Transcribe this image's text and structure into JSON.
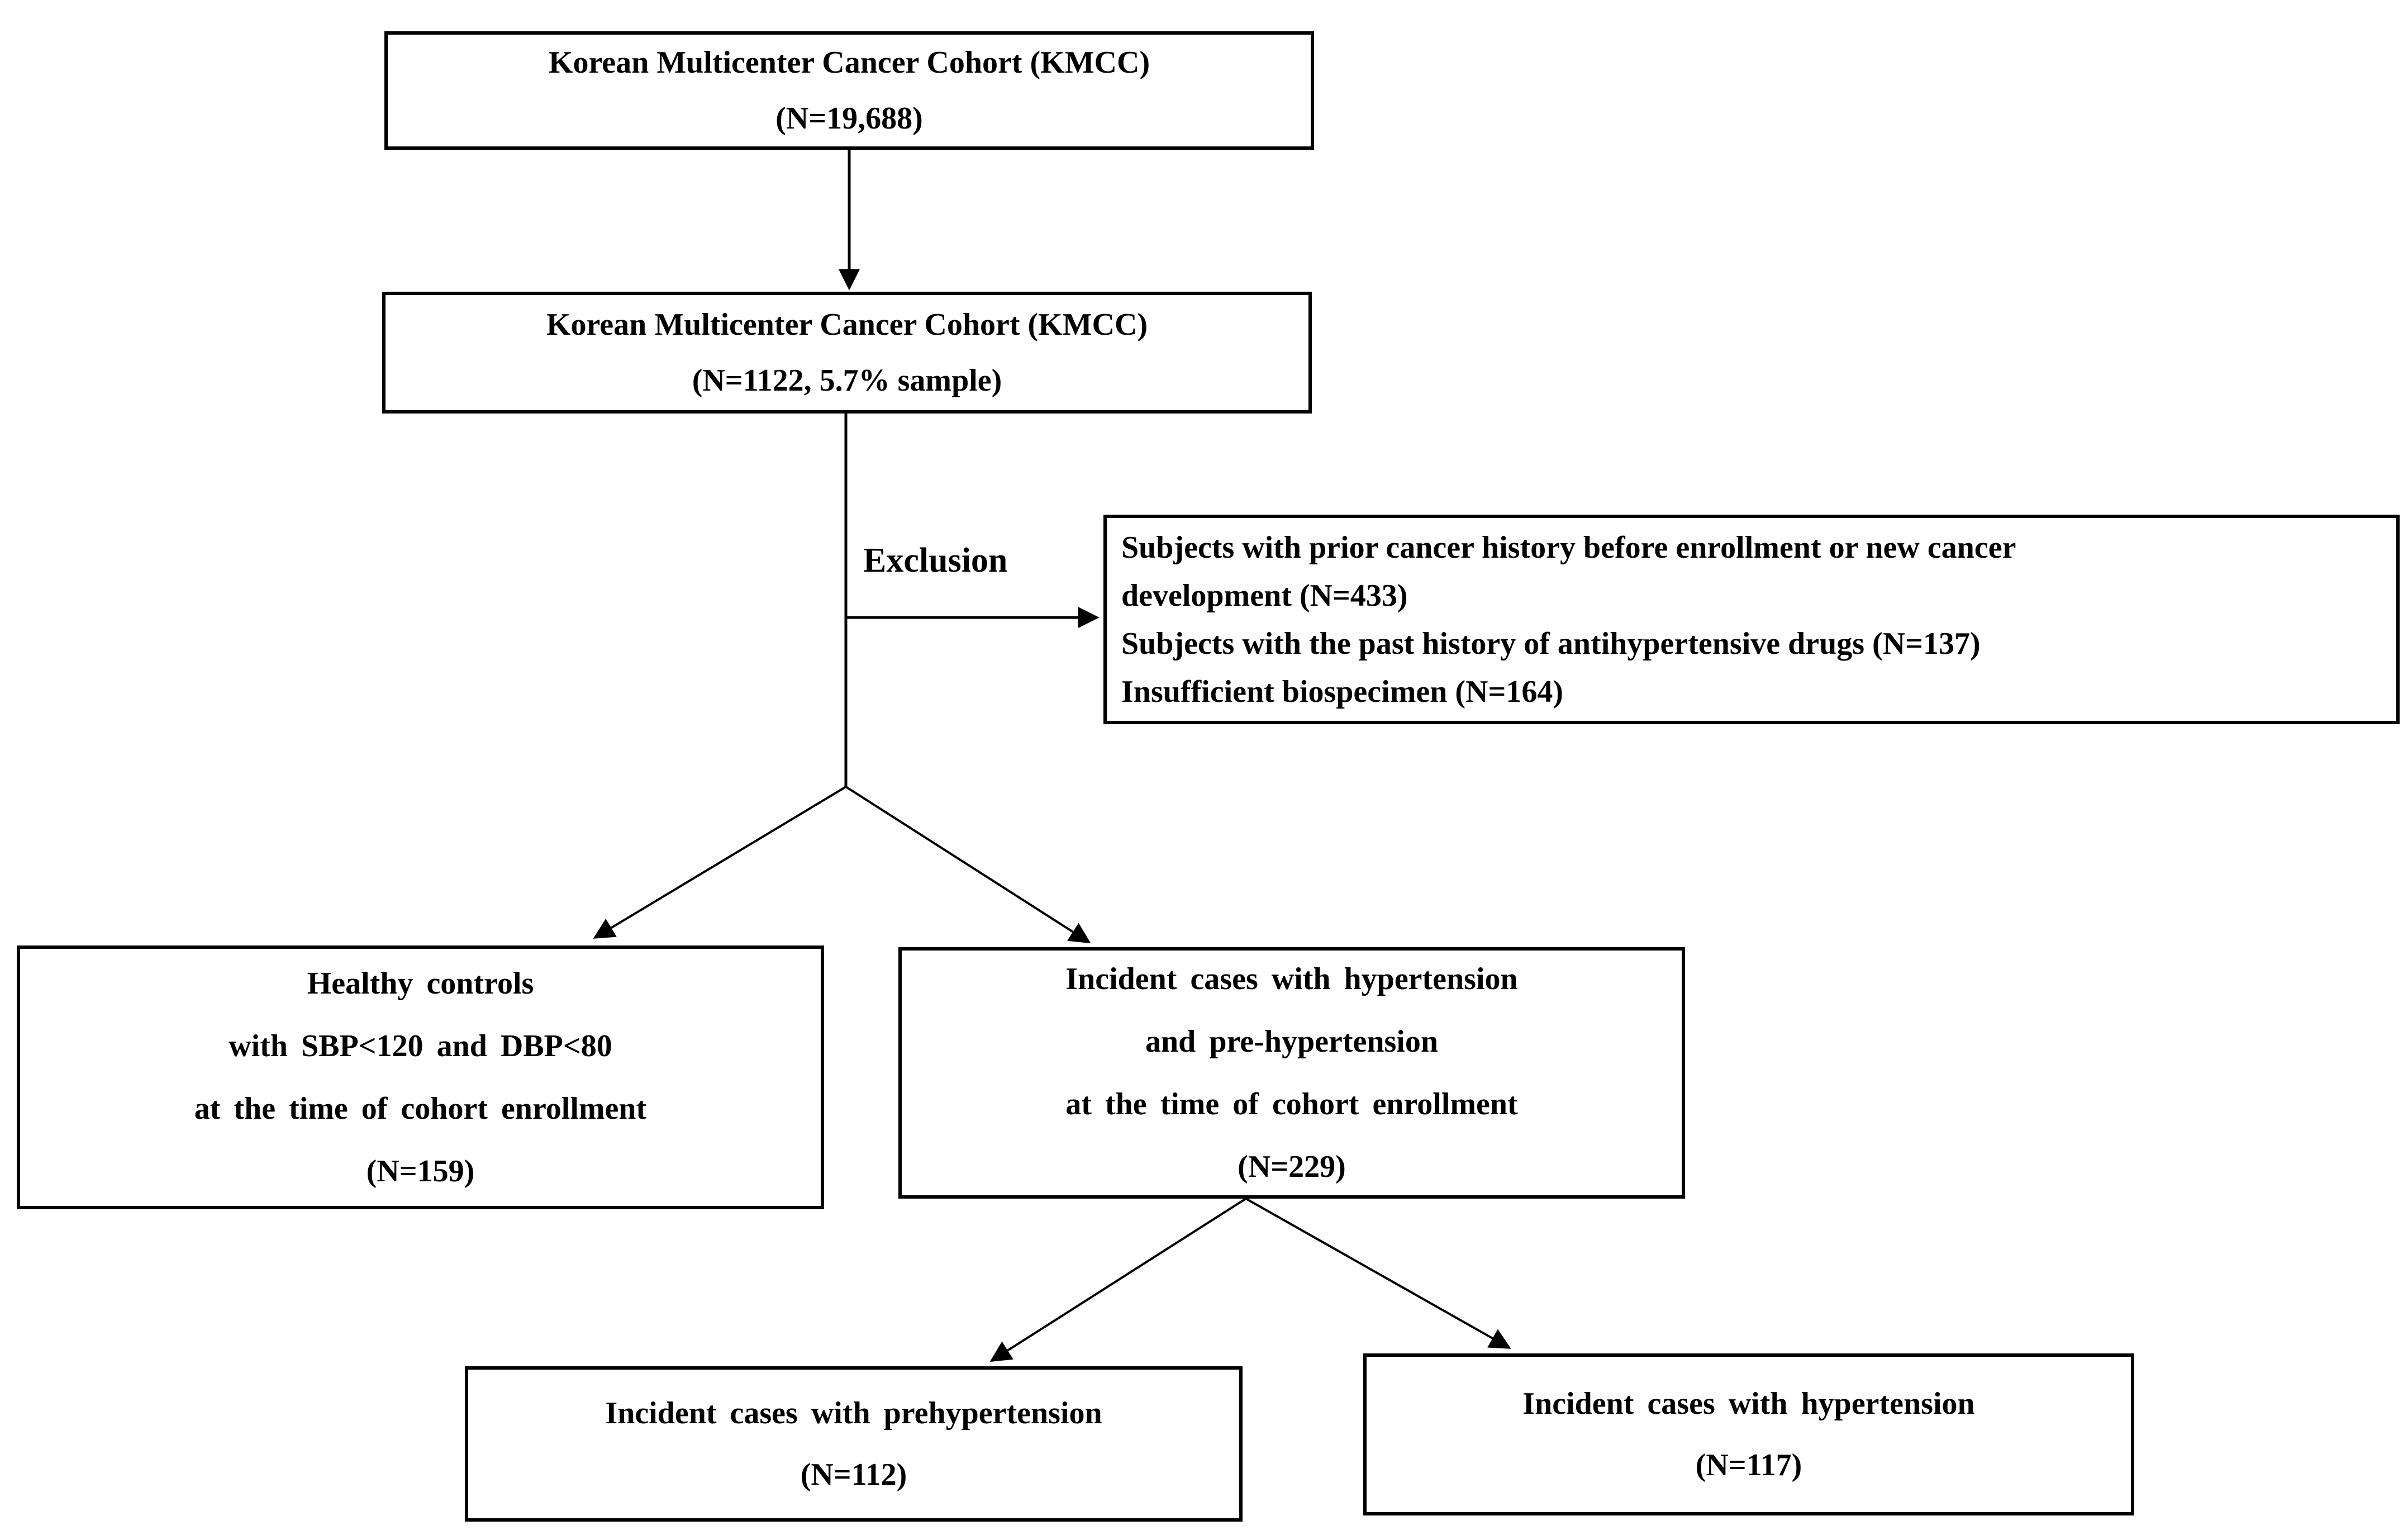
{
  "boxes": {
    "kmcc_total": {
      "lines": [
        "Korean Multicenter Cancer Cohort (KMCC)",
        "(N=19,688)"
      ]
    },
    "kmcc_sample": {
      "lines": [
        "Korean Multicenter Cancer Cohort (KMCC)",
        "(N=1122, 5.7% sample)"
      ]
    },
    "exclusion": {
      "lines": [
        "Subjects with prior cancer history before enrollment or new cancer",
        "development (N=433)",
        "Subjects with the past history of antihypertensive drugs (N=137)",
        "Insufficient biospecimen (N=164)"
      ]
    },
    "healthy_controls": {
      "lines": [
        "Healthy controls",
        "with SBP<120 and DBP<80",
        "at the time of cohort enrollment",
        "(N=159)"
      ]
    },
    "incident_combined": {
      "lines": [
        "Incident cases with hypertension",
        "and pre-hypertension",
        "at the time of cohort enrollment",
        "(N=229)"
      ]
    },
    "incident_prehypertension": {
      "lines": [
        "Incident cases with prehypertension",
        "(N=112)"
      ]
    },
    "incident_hypertension": {
      "lines": [
        "Incident cases with hypertension",
        "(N=117)"
      ]
    }
  },
  "labels": {
    "exclusion": "Exclusion"
  },
  "colors": {
    "text": "#000000",
    "border": "#000000",
    "line": "#000000",
    "background": "#ffffff"
  }
}
